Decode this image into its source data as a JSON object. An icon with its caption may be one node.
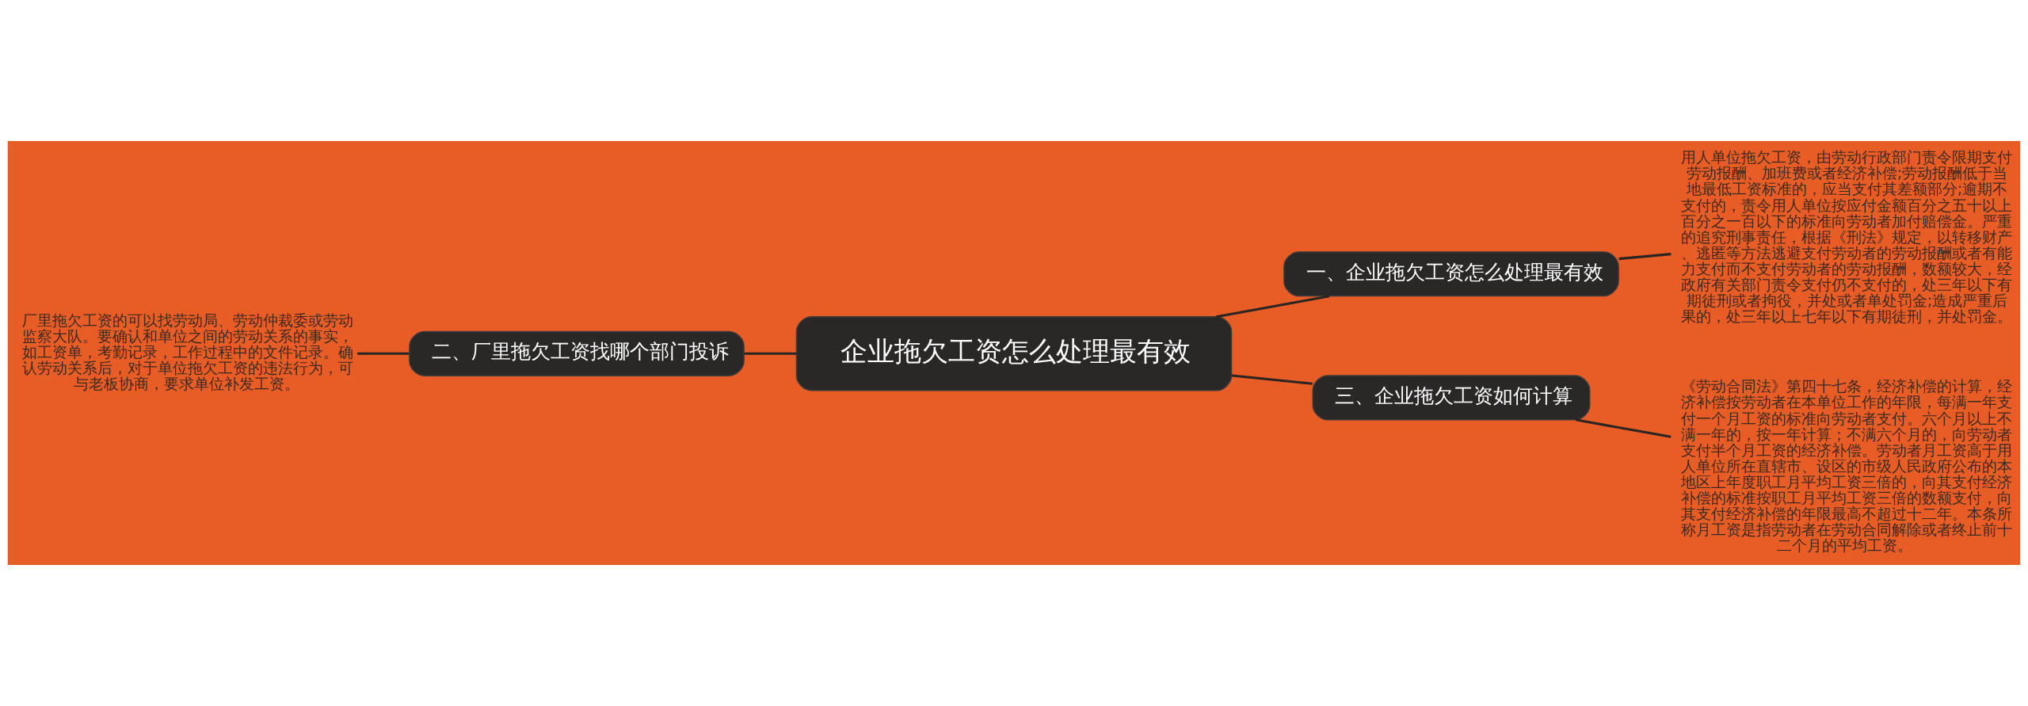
{
  "diagram": {
    "nodes": [
      {
        "text": [
          "企业拖欠工资怎么处理最有效"
        ]
      },
      {
        "text": [
          "一、企业拖欠工资怎么处理最有效"
        ]
      },
      {
        "text": [
          "用人单位拖欠工资，由劳动行政部门责令限期支付劳动报酬、加班费或者经济补偿;劳动报酬低于当地最低工资标准的，应当支付其差额部分;逾期不支付的，责令用人单位按应付金额百分之五十以上百分之一百以下的标准向劳动者加付赔偿金。严重的追究刑事责任，根据《刑法》规定，以转移财产、逃匿等方法逃避支付劳动者的劳动报酬或者有能力支付而不支付劳动者的劳动报酬，数额较大，经政府有关部门责令支付仍不支付的，处三年以下有期徒刑或者拘役，并处或者单处罚金;造成严重后果的，处三年以上七年以下有期徒刑，并处罚金。"
        ]
      },
      {
        "text": [
          "二、厂里拖欠工资找哪个部门投诉"
        ]
      },
      {
        "text": [
          "厂里拖欠工资的可以找劳动局、劳动仲裁委或劳动监察大队。要确认和单位之间的劳动关系的事实，如工资单，考勤记录，工作过程中的文件记录。确认劳动关系后，对于单位拖欠工资的违法行为，可与老板协商，要求单位补发工资。"
        ]
      },
      {
        "text": [
          "三、企业拖欠工资如何计算"
        ]
      },
      {
        "text": [
          "《劳动合同法》第四十七条，经济补偿的计算，经济补偿按劳动者在本单位工作的年限，每满一年支付一个月工资的标准向劳动者支付。六个月以上不满一年的，按一年计算；不满六个月的，向劳动者支付半个月工资的经济补偿。劳动者月工资高于用人单位所在直辖市、设区的市级人民政府公布的本地区上年度职工月平均工资三倍的，向其支付经济补偿的标准按职工月平均工资三倍的数额支付，向其支付经济补偿的年限最高不超过十二年。本条所称月工资是指劳动者在劳动合同解除或者终止前十二个月的平均工资。"
        ]
      }
    ],
    "edges": [
      {
        "from": 0,
        "to": 1,
        "arrow": "none"
      },
      {
        "from": 1,
        "to": 2,
        "arrow": "none"
      },
      {
        "from": 0,
        "to": 3,
        "arrow": "none"
      },
      {
        "from": 3,
        "to": 4,
        "arrow": "none"
      },
      {
        "from": 0,
        "to": 5,
        "arrow": "none"
      },
      {
        "from": 5,
        "to": 6,
        "arrow": "none"
      }
    ]
  }
}
